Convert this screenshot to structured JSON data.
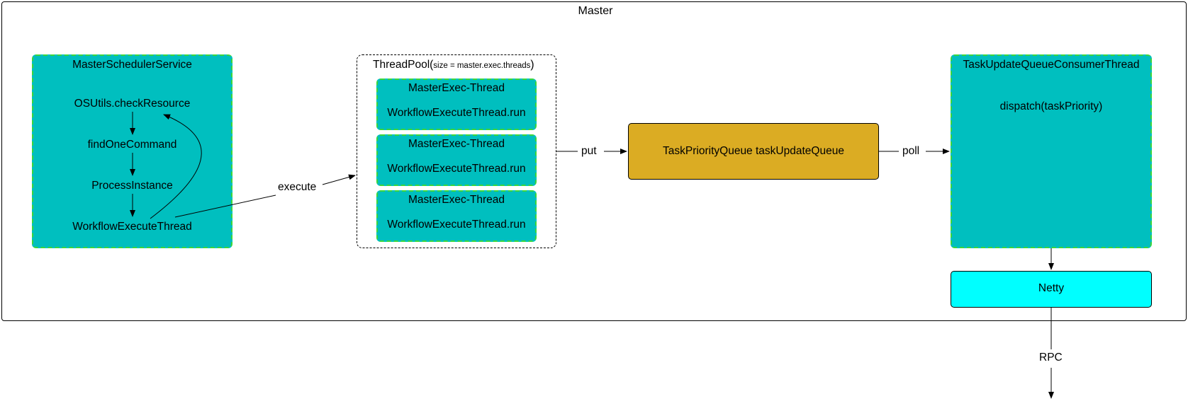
{
  "master": {
    "title": "Master"
  },
  "scheduler": {
    "title": "MasterSchedulerService",
    "steps": [
      "OSUtils.checkResource",
      "findOneCommand",
      "ProcessInstance",
      "WorkflowExecuteThread"
    ]
  },
  "threadpool": {
    "title_main": "ThreadPool(",
    "title_param": "size = master.exec.threads",
    "title_close": ")",
    "workers": [
      {
        "name": "MasterExec-Thread",
        "task": "WorkflowExecuteThread.run"
      },
      {
        "name": "MasterExec-Thread",
        "task": "WorkflowExecuteThread.run"
      },
      {
        "name": "MasterExec-Thread",
        "task": "WorkflowExecuteThread.run"
      }
    ]
  },
  "queue": {
    "label": "TaskPriorityQueue taskUpdateQueue"
  },
  "consumer": {
    "title": "TaskUpdateQueueConsumerThread",
    "action": "dispatch(taskPriority)"
  },
  "netty": {
    "label": "Netty"
  },
  "edges": {
    "execute": "execute",
    "put": "put",
    "poll": "poll",
    "rpc": "RPC"
  },
  "colors": {
    "service_fill": "#00bfbf",
    "service_border": "#3bd63b",
    "queue_fill": "#dbac23",
    "netty_fill": "#00ffff"
  }
}
